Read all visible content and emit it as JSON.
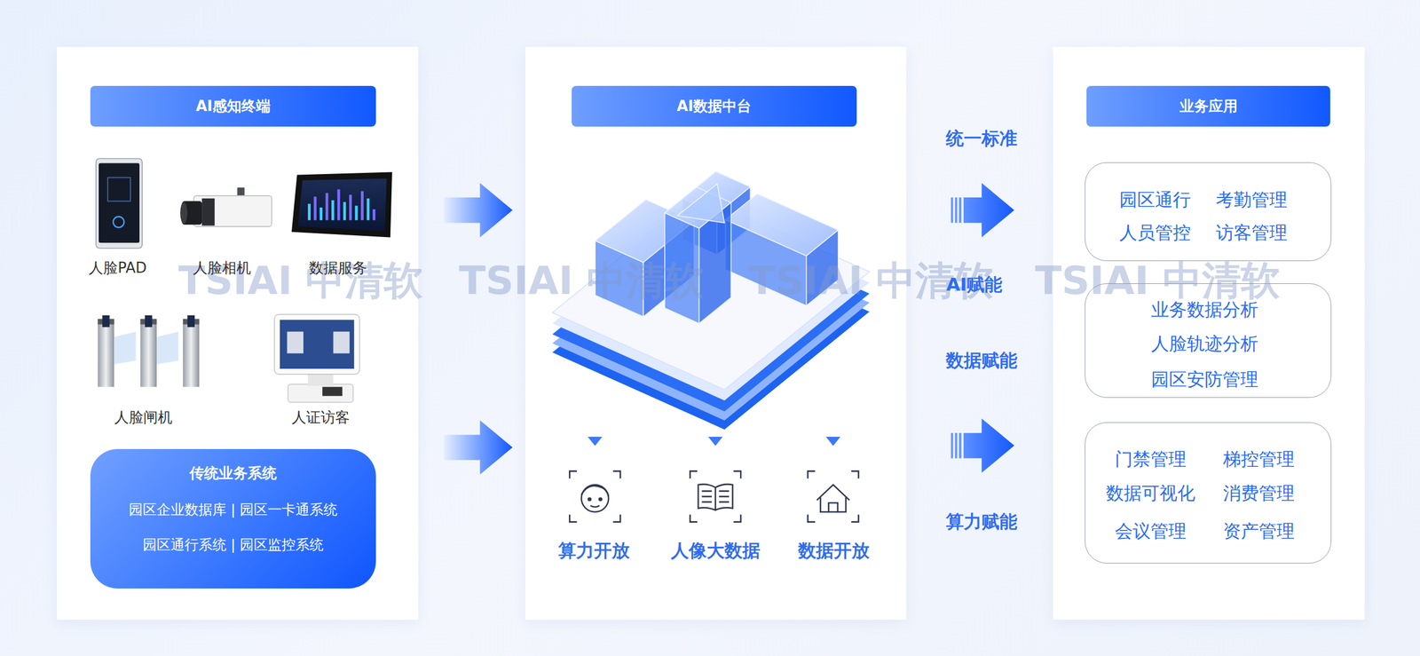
{
  "diagram": {
    "nodes": [
      {
        "text": [
          "AI感知终端"
        ]
      },
      {
        "text": [
          "传统业务系统",
          "园区企业数据库 | 园区一卡通系统",
          "园区通行系统 | 园区监控系统"
        ],
        "in": 0
      },
      {
        "text": [
          "AI数据中台"
        ]
      },
      {
        "text": [
          "业务应用"
        ]
      },
      {
        "text": [
          "园区通行",
          "考勤管理",
          "人员管控",
          "访客管理"
        ],
        "in": 3
      },
      {
        "text": [
          "业务数据分析",
          "人脸轨迹分析",
          "园区安防管理"
        ],
        "in": 3
      },
      {
        "text": [
          "门禁管理",
          "梯控管理",
          "数据可视化",
          "消费管理",
          "会议管理",
          "资产管理"
        ],
        "in": 3
      }
    ],
    "edges": [
      {
        "from": 0,
        "to": 2,
        "arrow": "to"
      },
      {
        "from": 0,
        "to": 2,
        "arrow": "to"
      },
      {
        "from": 2,
        "to": 3,
        "arrow": "to"
      },
      {
        "from": 2,
        "to": 3,
        "arrow": "to"
      }
    ],
    "labels": [
      "人脸PAD",
      "人脸相机",
      "数据服务",
      "人脸闸机",
      "人证访客",
      "算力开放",
      "人像大数据",
      "数据开放",
      "统一标准",
      "AI赋能",
      "数据赋能",
      "算力赋能",
      "TSIAI 中清软",
      "TSIAI 中清软",
      "TSIAI 中清软",
      "TSIAI 中清软"
    ]
  }
}
